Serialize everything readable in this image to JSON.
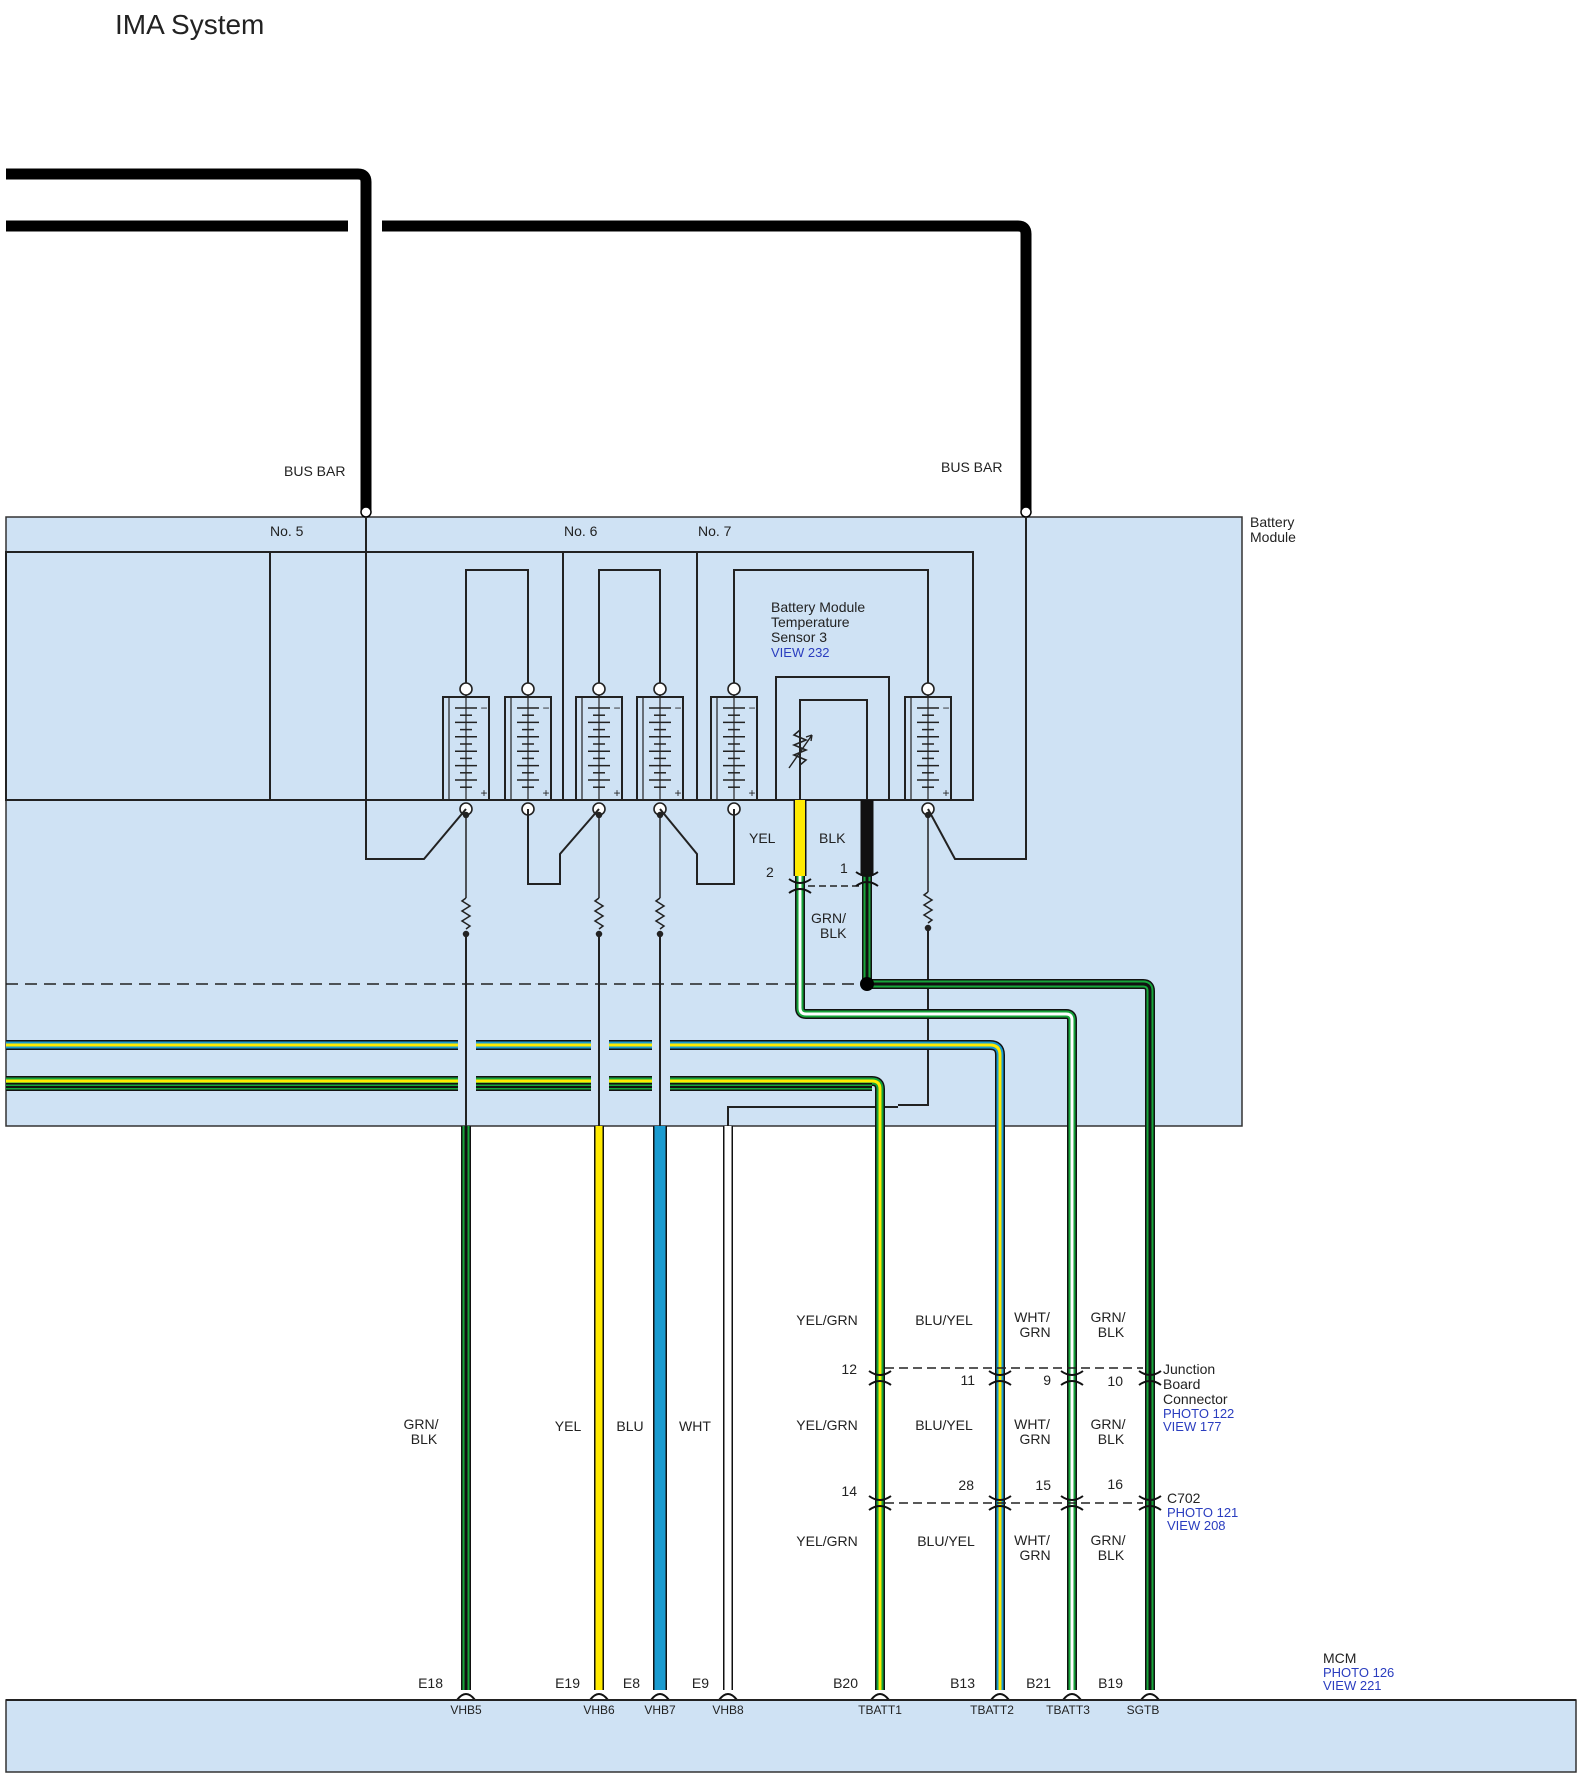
{
  "page_title": "IMA System",
  "colors": {
    "grn": "#16a43a",
    "yel": "#ffea00",
    "blu": "#1a9bd0",
    "blk": "#111111",
    "wht": "#ffffff",
    "module_fill": "#cfe2f4",
    "ref_text": "#2a3dbf"
  },
  "bus_bars": {
    "left_label": "BUS BAR",
    "right_label": "BUS BAR"
  },
  "battery_module": {
    "label_line1": "Battery",
    "label_line2": "Module",
    "sections": [
      "No. 5",
      "No. 6",
      "No. 7"
    ],
    "sensor": {
      "line1": "Battery Module",
      "line2": "Temperature",
      "line3": "Sensor 3",
      "view": "VIEW 232",
      "wire_a": "YEL",
      "wire_b": "BLK",
      "pin_a": "2",
      "pin_b": "1",
      "shield_line1": "GRN/",
      "shield_line2": "BLK"
    }
  },
  "cell_terminals": {
    "neg": "−",
    "pos": "+"
  },
  "wires": [
    {
      "color_line1": "GRN/",
      "color_line2": "BLK",
      "pin": "E18",
      "signal": "VHB5"
    },
    {
      "color_line1": "YEL",
      "color_line2": "",
      "pin": "E19",
      "signal": "VHB6"
    },
    {
      "color_line1": "BLU",
      "color_line2": "",
      "pin": "E8",
      "signal": "VHB7"
    },
    {
      "color_line1": "WHT",
      "color_line2": "",
      "pin": "E9",
      "signal": "VHB8"
    },
    {
      "color_line1": "YEL/GRN",
      "color_line2": "",
      "pin": "B20",
      "signal": "TBATT1",
      "jb_pin": "12",
      "c702_pin": "14"
    },
    {
      "color_line1": "BLU/YEL",
      "color_line2": "",
      "pin": "B13",
      "signal": "TBATT2",
      "jb_pin": "11",
      "c702_pin": "28"
    },
    {
      "color_line1": "WHT/",
      "color_line2": "GRN",
      "pin": "B21",
      "signal": "TBATT3",
      "jb_pin": "9",
      "c702_pin": "15"
    },
    {
      "color_line1": "GRN/",
      "color_line2": "BLK",
      "pin": "B19",
      "signal": "SGTB",
      "jb_pin": "10",
      "c702_pin": "16"
    }
  ],
  "junction_board": {
    "line1": "Junction",
    "line2": "Board",
    "line3": "Connector",
    "photo": "PHOTO 122",
    "view": "VIEW 177"
  },
  "c702": {
    "name": "C702",
    "photo": "PHOTO 121",
    "view": "VIEW 208"
  },
  "mcm": {
    "name": "MCM",
    "photo": "PHOTO 126",
    "view": "VIEW 221"
  }
}
